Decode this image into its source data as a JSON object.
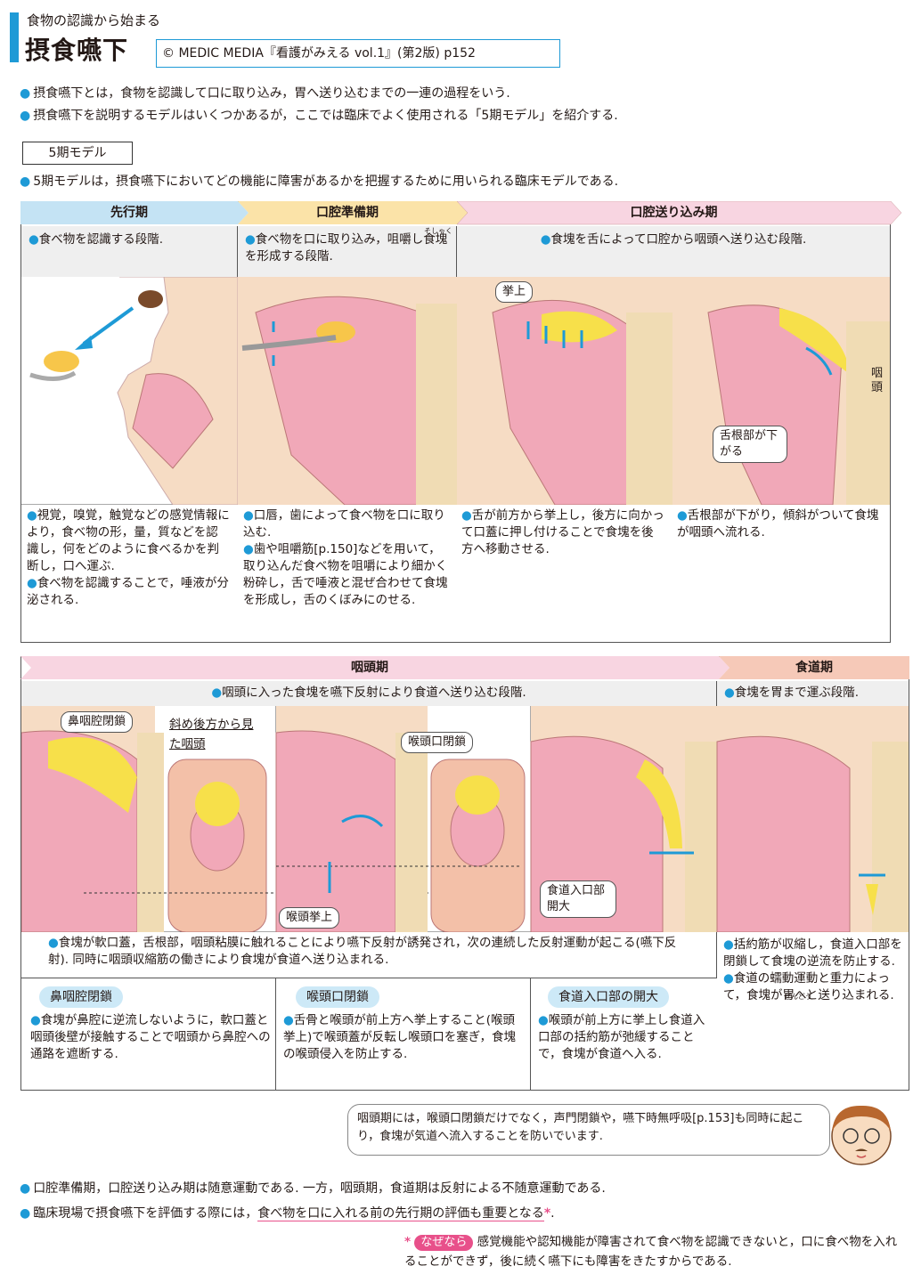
{
  "header": {
    "subtitle": "食物の認識から始まる",
    "title": "摂食嚥下",
    "copyright": "© MEDIC MEDIA『看護がみえる vol.1』(第2版) p152"
  },
  "intro": [
    "摂食嚥下とは，食物を認識して口に取り込み，胃へ送り込むまでの一連の過程をいう.",
    "摂食嚥下を説明するモデルはいくつかあるが，ここでは臨床でよく使用される「5期モデル」を紹介する."
  ],
  "section_label": "5期モデル",
  "section_intro": "5期モデルは，摂食嚥下においてどの機能に障害があるかを把握するために用いられる臨床モデルである.",
  "phases_top": [
    {
      "name": "先行期",
      "desc": "食べ物を認識する段階.",
      "color": "#c4e3f4"
    },
    {
      "name": "口腔準備期",
      "desc": "食べ物を口に取り込み，咀嚼し食塊を形成する段階.",
      "color": "#fbe3a8"
    },
    {
      "name": "口腔送り込み期",
      "desc": "食塊を舌によって口腔から咽頭へ送り込む段階.",
      "color": "#f8d5e1"
    }
  ],
  "ruby_soshaku": "そしゃく",
  "top_labels": {
    "kyojo": "挙上",
    "intou": "咽頭",
    "zekonbu": "舌根部が下がる"
  },
  "top_notes": [
    [
      "視覚，嗅覚，触覚などの感覚情報により，食べ物の形，量，質などを認識し，何をどのように食べるかを判断し，口へ運ぶ.",
      "食べ物を認識することで，唾液が分泌される."
    ],
    [
      "口唇，歯によって食べ物を口に取り込む.",
      "歯や咀嚼筋[p.150]などを用いて，取り込んだ食べ物を咀嚼により細かく粉砕し，舌で唾液と混ぜ合わせて食塊を形成し，舌のくぼみにのせる."
    ],
    [
      "舌が前方から挙上し，後方に向かって口蓋に押し付けることで食塊を後方へ移動させる."
    ],
    [
      "舌根部が下がり，傾斜がついて食塊が咽頭へ流れる."
    ]
  ],
  "phases_bottom": [
    {
      "name": "咽頭期",
      "desc": "咽頭に入った食塊を嚥下反射により食道へ送り込む段階.",
      "color": "#f8d5e1"
    },
    {
      "name": "食道期",
      "desc": "食塊を胃まで運ぶ段階.",
      "color": "#f6c9b8"
    }
  ],
  "bottom_labels": {
    "biinkou": "鼻咽腔閉鎖",
    "naname": "斜め後方から見た咽頭",
    "koutou_heisa": "喉頭口閉鎖",
    "koutou_kyojo": "喉頭挙上",
    "shokudou": "食道入口部開大"
  },
  "pharynx_note": "食塊が軟口蓋，舌根部，咽頭粘膜に触れることにより嚥下反射が誘発され，次の連続した反射運動が起こる(嚥下反射). 同時に咽頭収縮筋の働きにより食塊が食道へ送り込まれる.",
  "sub_items": [
    {
      "title": "鼻咽腔閉鎖",
      "text": "食塊が鼻腔に逆流しないように，軟口蓋と咽頭後壁が接触することで咽頭から鼻腔への通路を遮断する."
    },
    {
      "title": "喉頭口閉鎖",
      "text": "舌骨と喉頭が前上方へ挙上すること(喉頭挙上)で喉頭蓋が反転し喉頭口を塞ぎ，食塊の喉頭侵入を防止する."
    },
    {
      "title": "食道入口部の開大",
      "text": "喉頭が前上方に挙上し食道入口部の括約筋が弛緩することで，食塊が食道へ入る."
    }
  ],
  "esophagus_notes": [
    "括約筋が収縮し，食道入口部を閉鎖して食塊の逆流を防止する.",
    "食道の蠕動運動と重力によって，食塊が胃へと送り込まれる."
  ],
  "ruby_zendou": "ぜんどう",
  "speech": "咽頭期には，喉頭口閉鎖だけでなく，声門閉鎖や，嚥下時無呼吸[p.153]も同時に起こり，食塊が気道へ流入することを防いでいます.",
  "footer": [
    "口腔準備期，口腔送り込み期は随意運動である. 一方，咽頭期，食道期は反射による不随意運動である.",
    "臨床現場で摂食嚥下を評価する際には，"
  ],
  "footer_emph": "食べ物を口に入れる前の先行期の評価も重要となる",
  "asterisk": "*",
  "nazenara": "なぜなら",
  "reason": "感覚機能や認知機能が障害されて食べ物を認識できないと，口に食べ物を入れることができず，後に続く嚥下にも障害をきたすからである.",
  "colors": {
    "accent": "#1e9ad6",
    "pink": "#e8508a",
    "tongue": "#f1a8b8",
    "bolus": "#f7e04a",
    "bone": "#f0dcb4"
  }
}
